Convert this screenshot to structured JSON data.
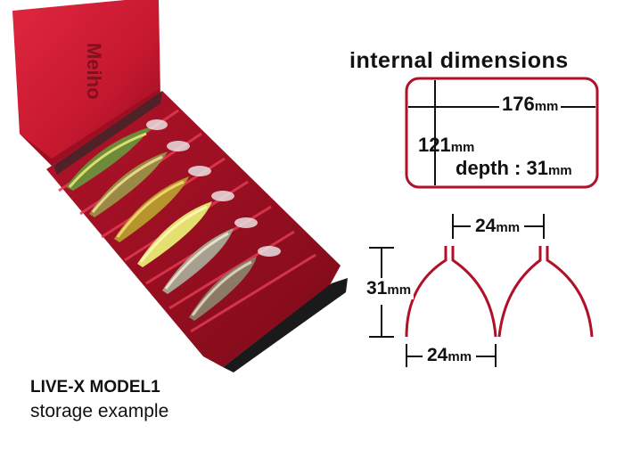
{
  "header": {
    "title": "internal dimensions"
  },
  "dimensions_box": {
    "width_value": "176",
    "height_value": "121",
    "depth_label": "depth",
    "depth_separator": ":",
    "depth_value": "31",
    "unit": "mm"
  },
  "profile_diagram": {
    "top_spacing_value": "24",
    "side_height_value": "31",
    "bottom_spacing_value": "24",
    "unit": "mm"
  },
  "caption": {
    "model": "LIVE-X MODEL1",
    "subtitle": "storage example"
  },
  "photo": {
    "lid_brand_text": "Meiho",
    "lure_count": 6
  },
  "colors": {
    "case_red": "#c4182f",
    "case_dark": "#7d0b18",
    "outline_red": "#b0102a",
    "hinge_black": "#1a1a1a"
  }
}
